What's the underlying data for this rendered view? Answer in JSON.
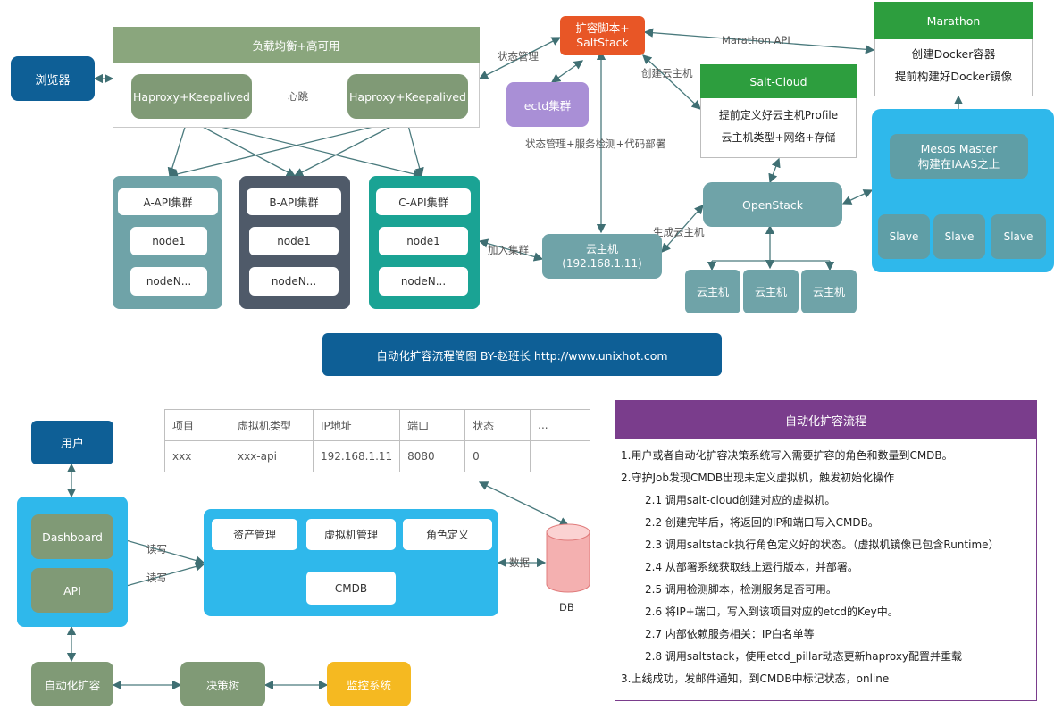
{
  "top": {
    "browser": "浏览器",
    "lb_title": "负载均衡+高可用",
    "haproxy_left": "Haproxy+Keepalived",
    "haproxy_right": "Haproxy+Keepalived",
    "heartbeat": "心跳",
    "clusters": [
      {
        "title": "A-API集群",
        "node1": "node1",
        "nodeN": "nodeN..."
      },
      {
        "title": "B-API集群",
        "node1": "node1",
        "nodeN": "nodeN..."
      },
      {
        "title": "C-API集群",
        "node1": "node1",
        "nodeN": "nodeN..."
      }
    ],
    "saltstack": [
      "扩容脚本+",
      "SaltStack"
    ],
    "etcd": "ectd集群",
    "state_mgmt": "状态管理",
    "state_service": "状态管理+服务检测+代码部署",
    "join_cluster": "加入集群",
    "vm_host": [
      "云主机",
      "(192.168.1.11)"
    ],
    "create_vm": "创建云主机",
    "generate_vm": "生成云主机",
    "marathon_api": "Marathon API",
    "salt_cloud": {
      "title": "Salt-Cloud",
      "line1": "提前定义好云主机Profile",
      "line2": "云主机类型+网络+存储"
    },
    "marathon": {
      "title": "Marathon",
      "line1": "创建Docker容器",
      "line2": "提前构建好Docker镜像"
    },
    "openstack": "OpenStack",
    "vms": [
      "云主机",
      "云主机",
      "云主机"
    ],
    "mesos": [
      "Mesos Master",
      "构建在IAAS之上"
    ],
    "slaves": [
      "Slave",
      "Slave",
      "Slave"
    ],
    "banner": "自动化扩容流程简图 BY-赵班长 http://www.unixhot.com"
  },
  "bottom": {
    "user": "用户",
    "dashboard": "Dashboard",
    "api": "API",
    "read_write_1": "读写",
    "read_write_2": "读写",
    "modules": {
      "asset": "资产管理",
      "vm_mgmt": "虚拟机管理",
      "role_def": "角色定义",
      "cmdb": "CMDB"
    },
    "data_label": "数据",
    "db": "DB",
    "auto_scale": "自动化扩容",
    "decision_tree": "决策树",
    "monitor": "监控系统",
    "table": {
      "headers": [
        "项目",
        "虚拟机类型",
        "IP地址",
        "端口",
        "状态",
        "..."
      ],
      "row": [
        "xxx",
        "xxx-api",
        "192.168.1.11",
        "8080",
        "0",
        ""
      ]
    },
    "process": {
      "title": "自动化扩容流程",
      "steps": [
        "1.用户或者自动化扩容决策系统写入需要扩容的角色和数量到CMDB。",
        "2.守护Job发现CMDB出现未定义虚拟机，触发初始化操作",
        "2.1 调用salt-cloud创建对应的虚拟机。",
        "2.2 创建完毕后，将返回的IP和端口写入CMDB。",
        "2.3 调用saltstack执行角色定义好的状态。（虚拟机镜像已包含Runtime）",
        "2.4 从部署系统获取线上运行版本，并部署。",
        "2.5 调用检测脚本，检测服务是否可用。",
        "2.6 将IP+端口，写入到该项目对应的etcd的Key中。",
        "2.7 内部依赖服务相关：IP白名单等",
        "2.8 调用saltstack，使用etcd_pillar动态更新haproxy配置并重载",
        "3.上线成功，发邮件通知，到CMDB中标记状态，online"
      ]
    }
  }
}
